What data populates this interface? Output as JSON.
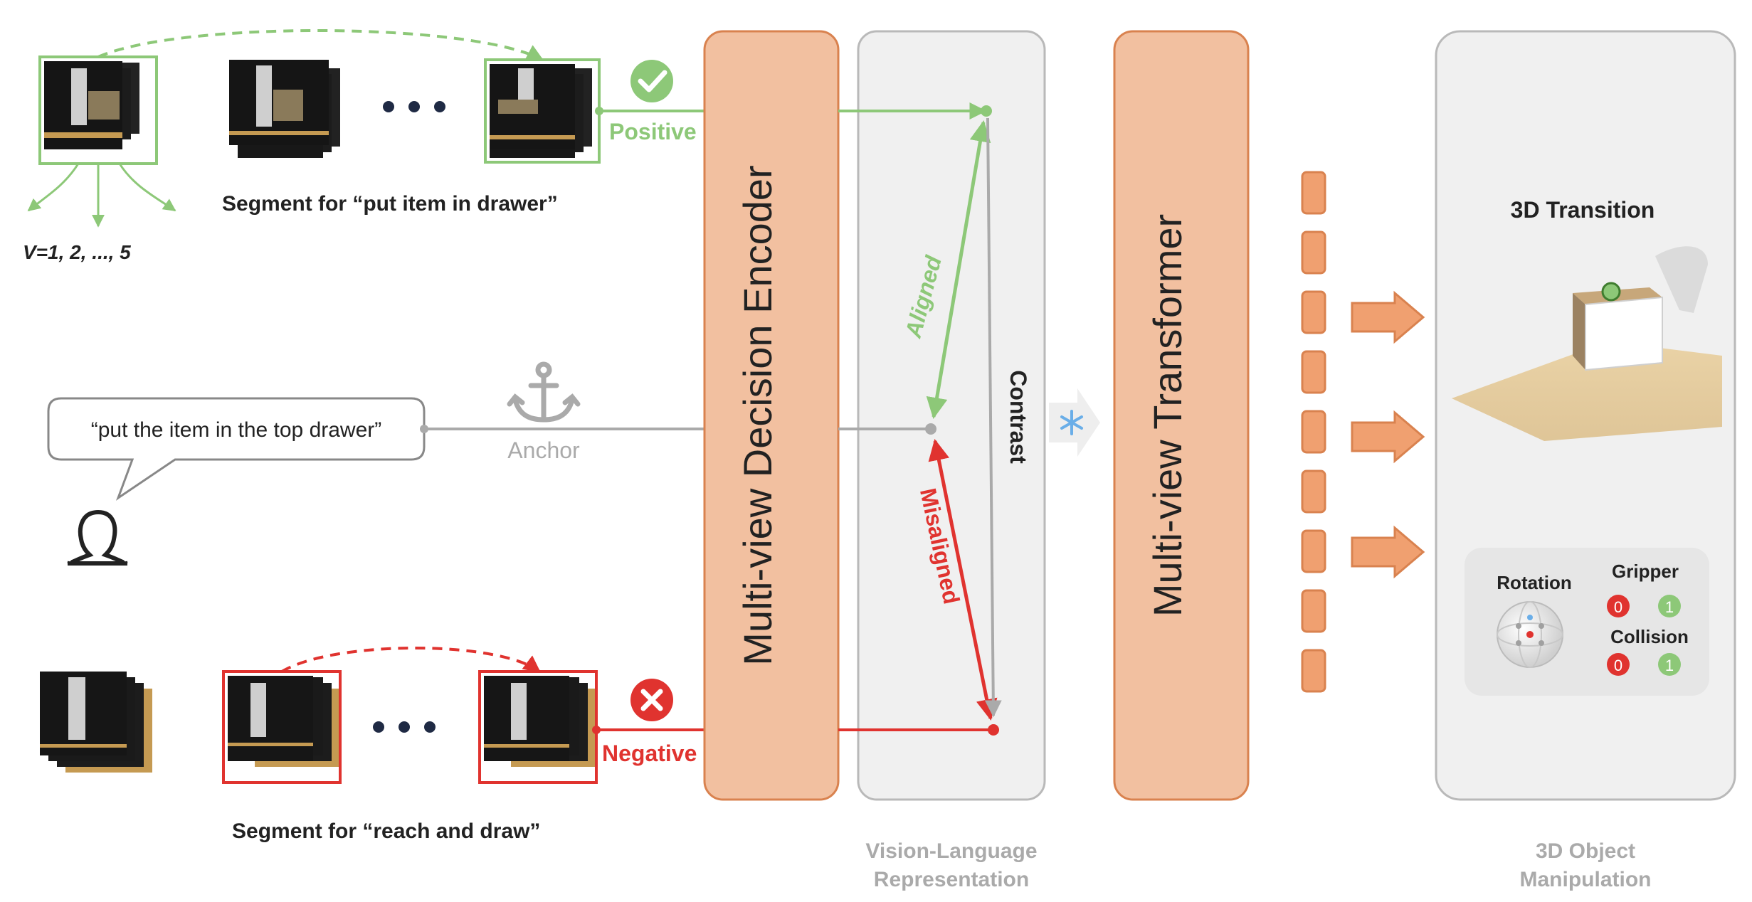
{
  "texts": {
    "positive": "Positive",
    "negative": "Negative",
    "segment_pos": "Segment for “put item in drawer”",
    "segment_neg": "Segment for “reach and draw”",
    "views": "V=1, 2, ..., 5",
    "instruction": "“put the item in the top drawer”",
    "anchor": "Anchor",
    "encoder": "Multi-view Decision Encoder",
    "aligned": "Aligned",
    "misaligned": "Misaligned",
    "contrast": "Contrast",
    "transformer": "Multi-view Transformer",
    "transition": "3D Transition",
    "rotation": "Rotation",
    "gripper": "Gripper",
    "collision": "Collision",
    "zero": "0",
    "one": "1",
    "vl_rep_line1": "Vision-Language",
    "vl_rep_line2": "Representation",
    "manip_line1": "3D Object",
    "manip_line2": "Manipulation"
  },
  "colors": {
    "green": "#8dc878",
    "red": "#e0332f",
    "orange_fill": "#f2c0a0",
    "orange_stroke": "#d9824f",
    "gray_line": "#aaaaaa",
    "panel_fill": "#f0f0f0"
  },
  "icons": {
    "check": "check-circle-icon",
    "cross": "cross-circle-icon",
    "anchor": "anchor-icon",
    "user": "user-icon",
    "snowflake": "snowflake-icon"
  }
}
